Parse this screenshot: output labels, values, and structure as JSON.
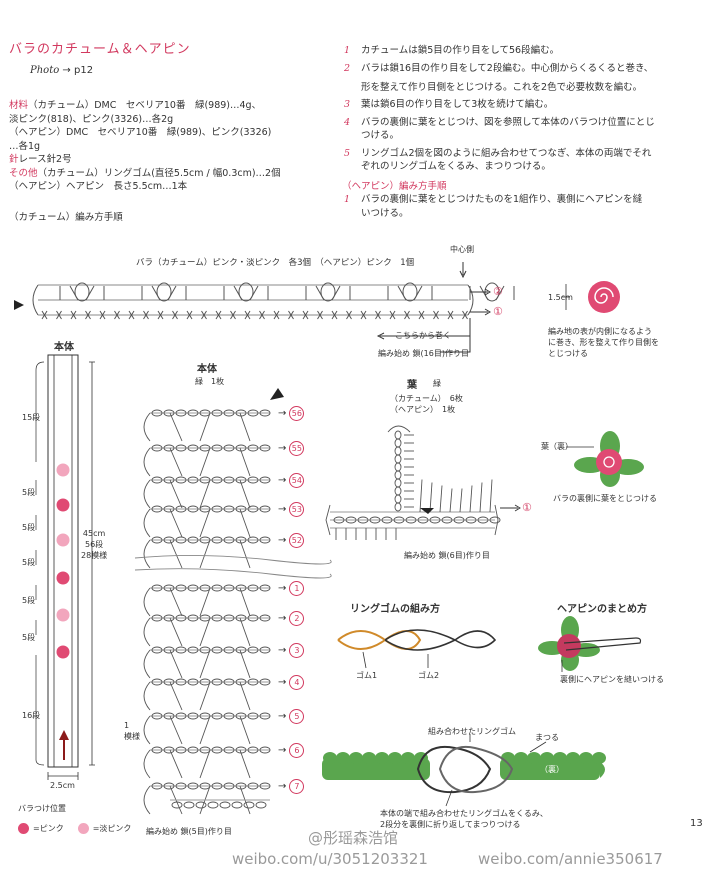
{
  "title": "バラのカチューム＆ヘアピン",
  "photo": {
    "label": "Photo",
    "arrow": "→",
    "page": "p12"
  },
  "materials": [
    {
      "key": "材料",
      "text": "（カチューム）DMC　セベリア10番　緑(989)…4g、"
    },
    {
      "key": "",
      "text": "淡ピンク(818)、ピンク(3326)…各2g"
    },
    {
      "key": "",
      "text": "（ヘアピン）DMC　セベリア10番　緑(989)、ピンク(3326)"
    },
    {
      "key": "",
      "text": "…各1g"
    },
    {
      "key": "針",
      "text": "レース針2号"
    },
    {
      "key": "その他",
      "text": "（カチューム）リングゴム(直径5.5cm / 幅0.3cm)…2個"
    },
    {
      "key": "",
      "text": "（ヘアピン）ヘアピン　長さ5.5cm…1本"
    }
  ],
  "kachumu_heading": "（カチューム）編み方手順",
  "steps_kachumu": [
    {
      "num": "1",
      "lines": [
        "カチュームは鎖5目の作り目をして56段編む。"
      ]
    },
    {
      "num": "2",
      "lines": [
        "バラは鎖16目の作り目をして2段編む。中心側からくるくると巻き、",
        "形を整えて作り目側をとじつける。これを2色で必要枚数を編む。"
      ]
    },
    {
      "num": "3",
      "lines": [
        "葉は鎖6目の作り目をして3枚を続けて編む。"
      ]
    },
    {
      "num": "4",
      "lines": [
        "バラの裏側に葉をとじつけ、図を参照して本体のバラつけ位置にとじ",
        "つける。"
      ]
    },
    {
      "num": "5",
      "lines": [
        "リングゴム2個を図のように組み合わせてつなぎ、本体の両端でそれ",
        "ぞれのリングゴムをくるみ、まつりつける。"
      ]
    }
  ],
  "hairpin_heading": "（ヘアピン）編み方手順",
  "steps_hairpin": [
    {
      "num": "1",
      "lines": [
        "バラの裏側に葉をとじつけたものを1組作り、裏側にヘアピンを縫",
        "いつける。"
      ]
    }
  ],
  "rose_chart": {
    "title": "バラ（カチューム）ピンク・淡ピンク　各3個　（ヘアピン）ピンク　1個",
    "center_label": "中心側",
    "row_labels": [
      "②",
      "①"
    ],
    "roll_label": "こちらから巻く",
    "start_label": "編み始め 鎖(16目)作り目",
    "size_label": "1.5cm",
    "rose_note": [
      "編み地の表が内側になるよう",
      "に巻き、形を整えて作り目側を",
      "とじつける"
    ]
  },
  "body_strip": {
    "title": "本体",
    "segments": [
      "15段",
      "5段",
      "5段",
      "5段",
      "5段",
      "5段",
      "16段"
    ],
    "length_label": [
      "45cm",
      "56段",
      "28模様"
    ],
    "width_label": "2.5cm",
    "rose_pos_title": "バラつけ位置",
    "legend": [
      {
        "label": "=ピンク",
        "color": "#e04a73"
      },
      {
        "label": "=淡ピンク",
        "color": "#f2a6bd"
      }
    ]
  },
  "body_chart": {
    "title": "本体",
    "subtitle": "緑　1枚",
    "rows_top": [
      "56",
      "55",
      "54",
      "53",
      "52"
    ],
    "rows_bottom": [
      "7",
      "6",
      "5",
      "4",
      "3",
      "2",
      "1"
    ],
    "repeat_label": [
      "1",
      "模様"
    ],
    "start_label": "編み始め 鎖(5目)作り目"
  },
  "leaf_chart": {
    "title": "葉",
    "color": "緑",
    "counts": [
      "（カチューム）　6枚",
      "（ヘアピン）　1枚"
    ],
    "start_label": "編み始め 鎖(6目)作り目"
  },
  "leaf_attach": {
    "back_label": "葉（裏）",
    "caption": "バラの裏側に葉をとじつける"
  },
  "ring": {
    "title": "リングゴムの組み方",
    "labels": [
      "ゴム1",
      "ゴム2"
    ]
  },
  "hairpin_assembly": {
    "title": "ヘアピンのまとめ方",
    "caption": "裏側にヘアピンを縫いつける"
  },
  "band": {
    "top_label": "組み合わせたリングゴム",
    "sew_label": "まつる",
    "back_label": "（裏）",
    "caption": [
      "本体の端で組み合わせたリングゴムをくるみ、",
      "2段分を裏側に折り返してまつりつける"
    ]
  },
  "page_num": "13",
  "watermarks": [
    "@彤瑶森浩馆",
    "weibo.com/u/3051203321",
    "weibo.com/annie350617"
  ],
  "colors": {
    "accent": "#d2395f",
    "green": "#5aa64e",
    "pink": "#e04a73",
    "lightpink": "#f2a6bd"
  }
}
